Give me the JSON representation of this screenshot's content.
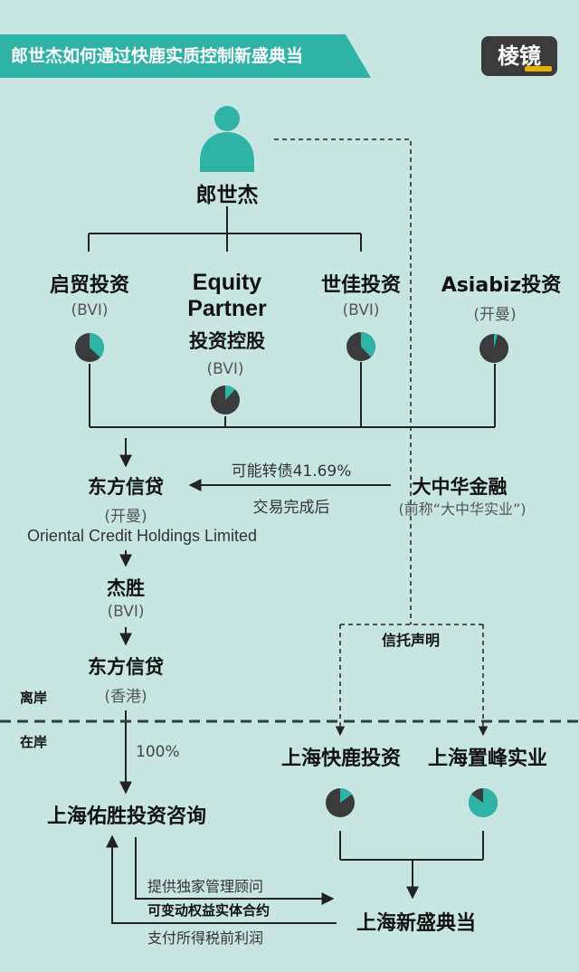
{
  "header": {
    "title": "郎世杰如何通过快鹿实质控制新盛典当",
    "logo_text": "棱镜"
  },
  "colors": {
    "teal": "#2fb3a6",
    "dark": "#3b3b3b",
    "background": "#c7e6e2"
  },
  "icons": {
    "person": "person-icon"
  },
  "person": {
    "name": "郎世杰"
  },
  "holdings": [
    {
      "name": "启贸投资",
      "sub": "(BVI)",
      "share": 0.37
    },
    {
      "name_lines": [
        "Equity",
        "Partner",
        "投资控股"
      ],
      "sub": "(BVI)",
      "share": 0.12
    },
    {
      "name": "世佳投资",
      "sub": "(BVI)",
      "share": 0.38
    },
    {
      "name": "Asiabiz投资",
      "sub": "(开曼)",
      "share": 0.04
    }
  ],
  "oriental_cayman": {
    "name": "东方信贷",
    "sub": "(开曼)",
    "english": "Oriental Credit Holdings Limited"
  },
  "great_china": {
    "name": "大中华金融",
    "sub": "(前称“大中华实业”)"
  },
  "convertible": {
    "top": "可能转债41.69%",
    "bottom": "交易完成后"
  },
  "jiesheng": {
    "name": "杰胜",
    "sub": "(BVI)"
  },
  "oriental_hk": {
    "name": "东方信贷",
    "sub": "(香港)"
  },
  "zones": {
    "offshore": "离岸",
    "onshore": "在岸"
  },
  "trust": {
    "label": "信托声明"
  },
  "pct_100": "100%",
  "youshe": {
    "name": "上海佑胜投资咨询"
  },
  "kuailu": {
    "name": "上海快鹿投资",
    "share": 0.15
  },
  "zhifeng": {
    "name": "上海置峰实业",
    "share": 0.85
  },
  "xinsheng": {
    "name": "上海新盛典当"
  },
  "contracts": {
    "service": "提供独家管理顾问",
    "vie": "可变动权益实体合约",
    "payment": "支付所得税前利润"
  }
}
